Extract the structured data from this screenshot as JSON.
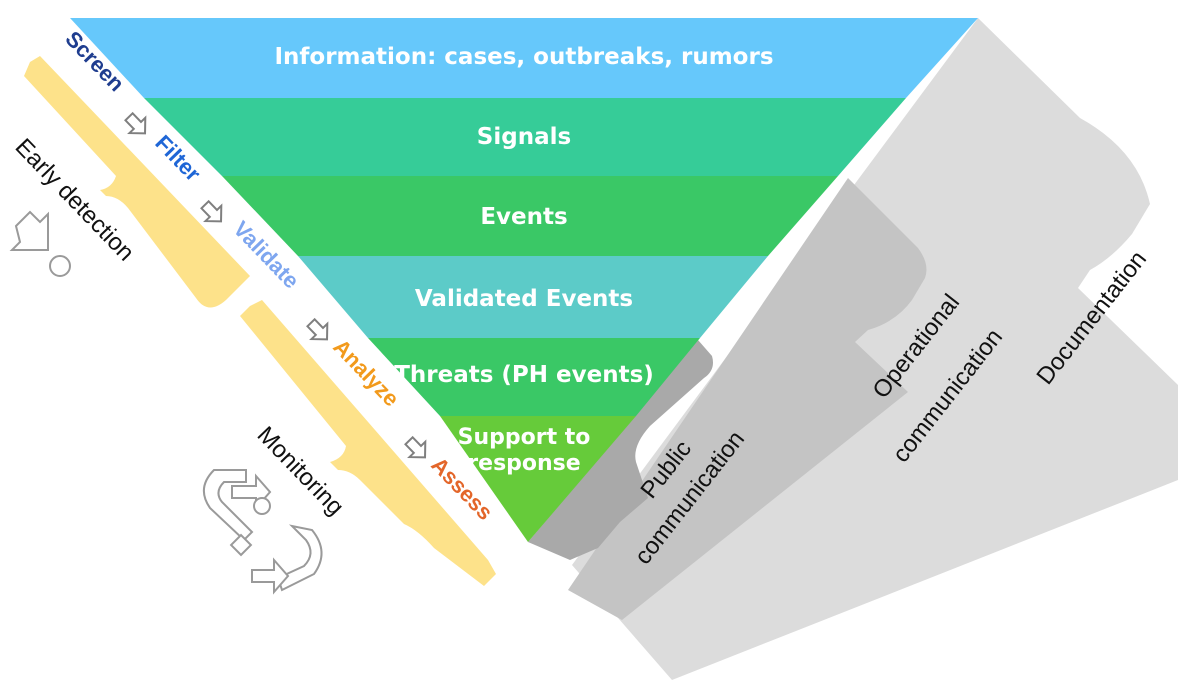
{
  "funnel": {
    "levels": [
      {
        "label": "Information: cases, outbreaks, rumors",
        "color": "#66c8fb"
      },
      {
        "label": "Signals",
        "color": "#36cc98"
      },
      {
        "label": "Events",
        "color": "#3ac866"
      },
      {
        "label": "Validated Events",
        "color": "#5ccbc8"
      },
      {
        "label": "Threats (PH events)",
        "color": "#3ac866"
      },
      {
        "label_line1": "Support to",
        "label_line2": "response",
        "color": "#66cb3a"
      }
    ]
  },
  "steps": [
    {
      "label": "Screen",
      "color": "#1f3d8f"
    },
    {
      "label": "Filter",
      "color": "#1f66d6"
    },
    {
      "label": "Validate",
      "color": "#7ea6ef"
    },
    {
      "label": "Analyze",
      "color": "#f29a1c"
    },
    {
      "label": "Assess",
      "color": "#e3662a"
    }
  ],
  "side_labels": {
    "early_detection": "Early detection",
    "monitoring": "Monitoring"
  },
  "communication": {
    "public_line1": "Public",
    "public_line2": "communication",
    "operational_line1": "Operational",
    "operational_line2": "communication",
    "documentation": "Documentation"
  },
  "colors": {
    "bracket_yellow": "#fde28a",
    "public_gray": "#a9a9a9",
    "operational_gray": "#c4c4c4",
    "documentation_gray": "#dcdcdc"
  },
  "icons": [
    "arrow-right-icon",
    "detection-icon",
    "monitoring-cycle-icon"
  ]
}
